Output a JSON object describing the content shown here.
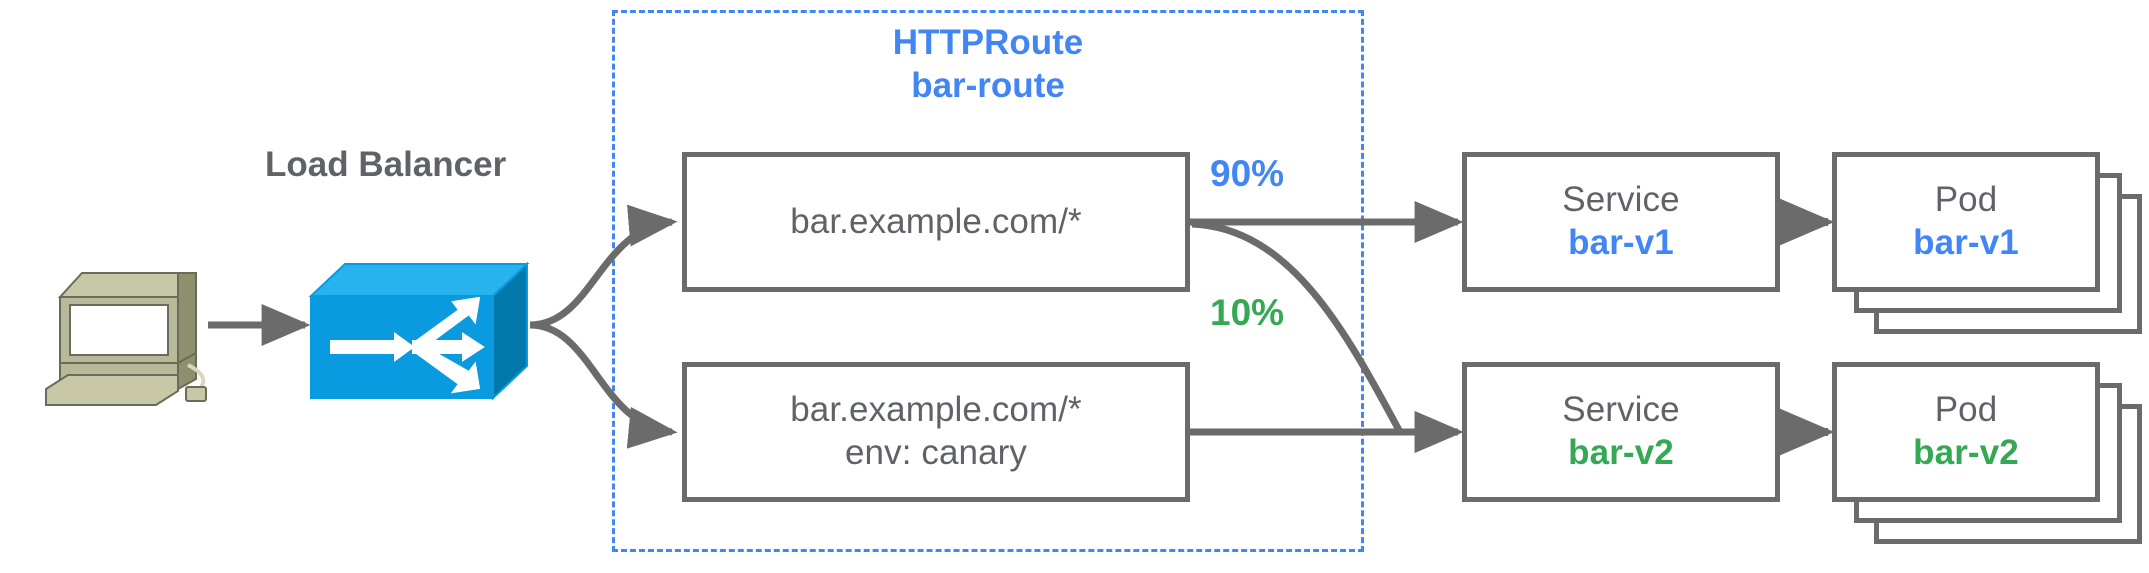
{
  "diagram": {
    "title_group": {
      "line1": "HTTPRoute",
      "line2": "bar-route"
    },
    "load_balancer_label": "Load Balancer",
    "colors": {
      "blue": "#4285f4",
      "green": "#34a853",
      "gray": "#5f6368",
      "stroke": "#6b6b6b",
      "lb_blue": "#0a9ae0",
      "client_khaki": "#a8a882"
    },
    "icons": {
      "client": "workstation-icon",
      "load_balancer": "load-balancer-switch-icon"
    },
    "rules": [
      {
        "id": "rule-primary",
        "line1": "bar.example.com/*",
        "line2": ""
      },
      {
        "id": "rule-canary",
        "line1": "bar.example.com/*",
        "line2": "env: canary"
      }
    ],
    "weights": [
      {
        "id": "weight-90",
        "value": "90%",
        "color": "blue"
      },
      {
        "id": "weight-10",
        "value": "10%",
        "color": "green"
      }
    ],
    "services": [
      {
        "id": "service-bar-v1",
        "kind": "Service",
        "name": "bar-v1",
        "color": "blue"
      },
      {
        "id": "service-bar-v2",
        "kind": "Service",
        "name": "bar-v2",
        "color": "green"
      }
    ],
    "pods": [
      {
        "id": "pod-bar-v1",
        "kind": "Pod",
        "name": "bar-v1",
        "color": "blue",
        "replicas": 3
      },
      {
        "id": "pod-bar-v2",
        "kind": "Pod",
        "name": "bar-v2",
        "color": "green",
        "replicas": 3
      }
    ]
  }
}
